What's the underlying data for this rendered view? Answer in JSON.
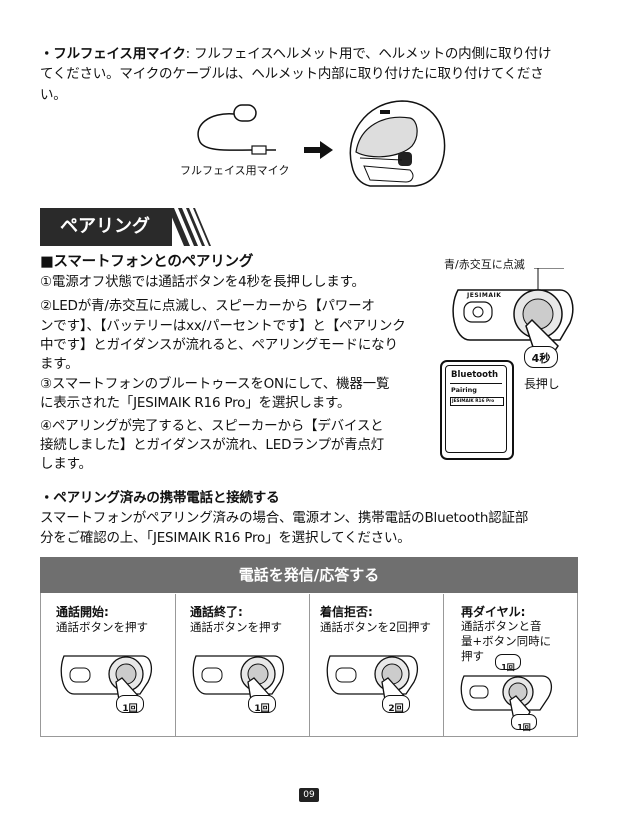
{
  "intro": {
    "line1_bold": "・フルフェイス用マイク",
    "line1": ": フルフェイスヘルメット用で、ヘルメットの内側に取り付け",
    "line2": "てください。マイクのケーブルは、ヘルメット内部に取り付けたに取り付けてくださ",
    "line3": "い。",
    "mic_caption": "フルフェイス用マイク"
  },
  "pairing": {
    "banner": "ペアリング",
    "heading": "■スマートフォンとのペアリング",
    "steps": [
      "①電源オフ状態では通話ボタンを4秒を長押しします。",
      "②LEDが青/赤交互に点滅し、スピーカーから【パワーオ",
      "ンです】、【バッテリーはxx/パーセントです】と【ペアリンク",
      "中です】とガイダンスが流れると、ペアリングモードになり",
      "ます。",
      "③スマートフォンのブルートゥースをONにして、機器一覧",
      "に表示された「JESIMAIK R16 Pro」を選択します。",
      "④ペアリングが完了すると、スピーカーから【デバイスと",
      "接続しました】とガイダンスが流れ、LEDランプが青点灯",
      "します。"
    ],
    "led_note": "青/赤交互に点滅",
    "press_count": "4秒",
    "long_press": "長押し",
    "device_brand": "JESIMAIK",
    "phone": {
      "title": "Bluetooth",
      "subtitle": "Pairing",
      "device": "JESIMAIK R16 Pro"
    }
  },
  "paired": {
    "heading": "・ペアリング済みの携帯電話と接続する",
    "line1": "スマートフォンがペアリング済みの場合、電源オン、携帯電話のBluetooth認証部",
    "line2": "分をご確認の上、「JESIMAIK R16 Pro」を選択してください。"
  },
  "calls": {
    "header": "電話を発信/応答する",
    "columns": [
      {
        "title": "通話開始:",
        "text": [
          "通話ボタンを押す"
        ],
        "badge": "1回"
      },
      {
        "title": "通話終了:",
        "text": [
          "通話ボタンを押す"
        ],
        "badge": "1回"
      },
      {
        "title": "着信拒否:",
        "text": [
          "通話ボタンを2回押す"
        ],
        "badge": "2回"
      },
      {
        "title": "再ダイヤル:",
        "text": [
          "通話ボタンと音",
          "量+ボタン同時に",
          "押す"
        ],
        "badge": "1回",
        "badge2": "1回"
      }
    ]
  },
  "page_number": "09"
}
